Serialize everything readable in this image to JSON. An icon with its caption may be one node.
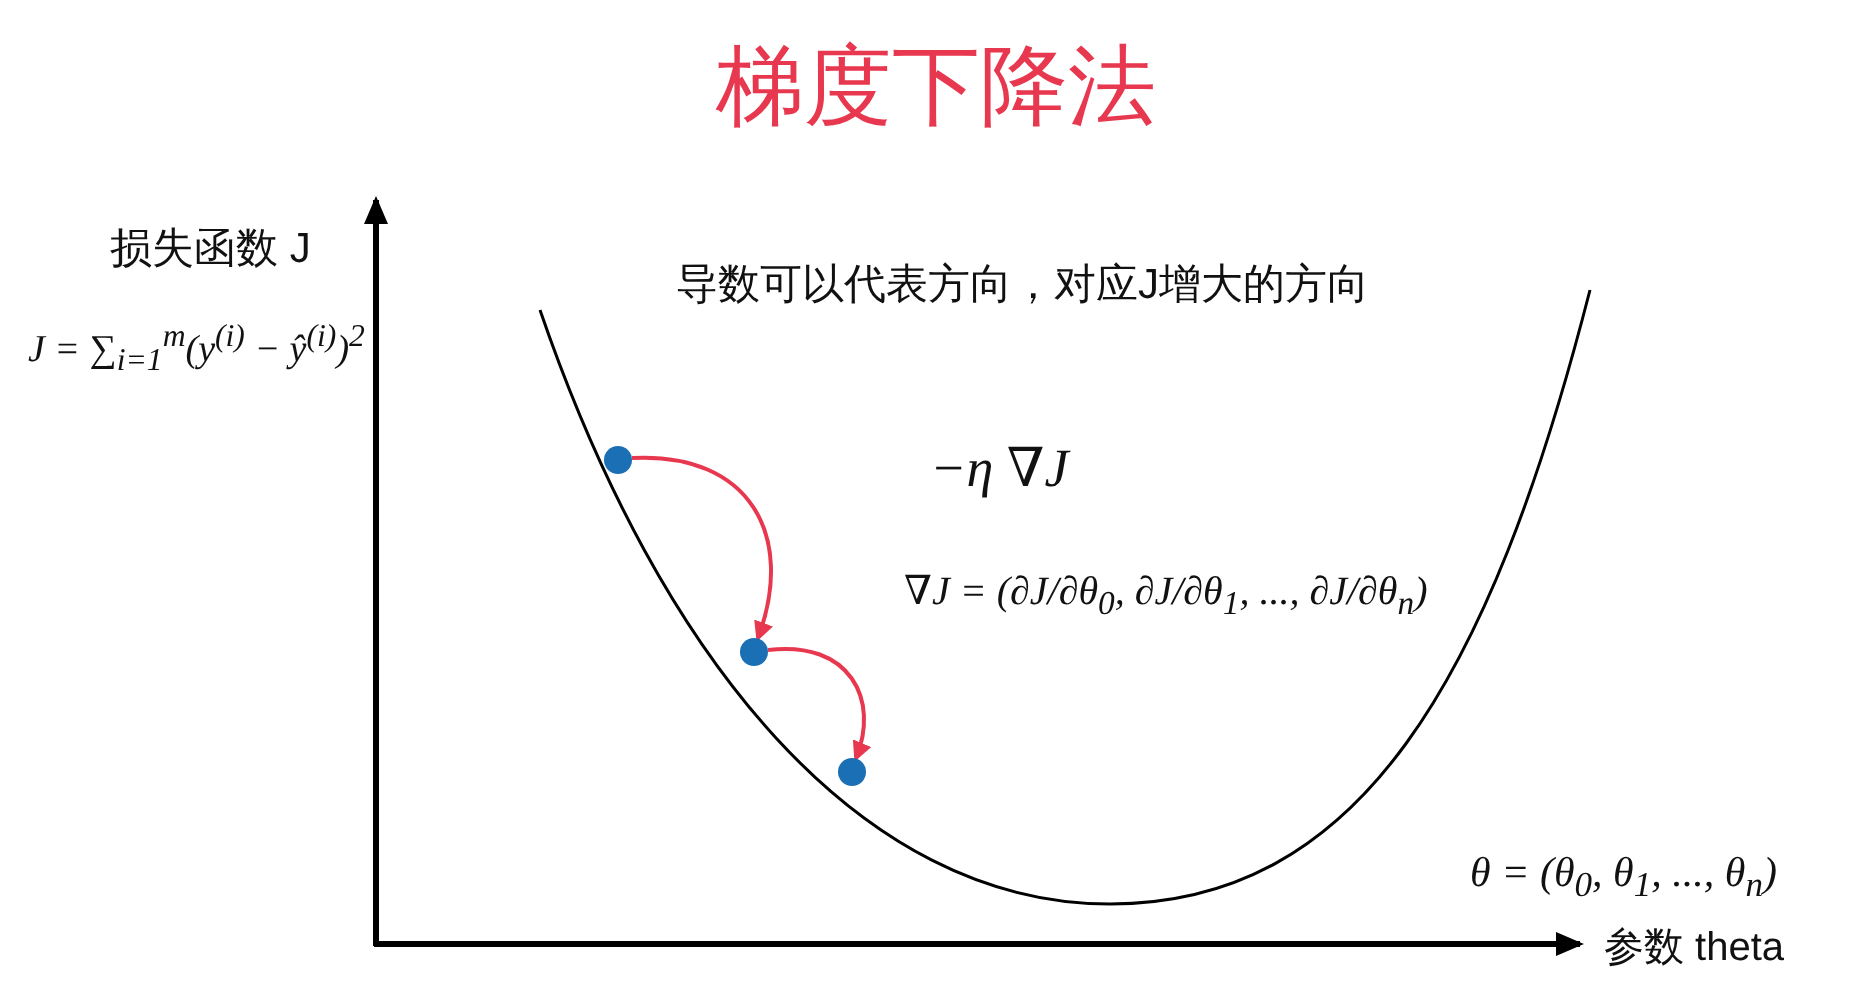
{
  "diagram": {
    "title": "梯度下降法",
    "nodes": [
      {
        "text": [],
        "shape": "circle"
      },
      {
        "text": [],
        "shape": "circle"
      },
      {
        "text": [],
        "shape": "circle"
      }
    ],
    "edges": [
      {
        "from": 0,
        "to": 1,
        "arrow": "to",
        "color": "#e8384f"
      },
      {
        "from": 1,
        "to": 2,
        "arrow": "to",
        "color": "#e8384f"
      }
    ],
    "labels": [
      "损失函数 J",
      "J = ∑$_{i=1}$$^{m}$(y$^{(i)}$ − ŷ$^{(i)}$)$^{2}$",
      "导数可以代表方向，对应J增大的方向",
      "−η ∇J",
      "∇J = (∂J/∂θ$_{0}$, ∂J/∂θ$_{1}$, ..., ∂J/∂θ$_{n}$)",
      "θ = (θ$_{0}$, θ$_{1}$, ..., θ$_{n}$)",
      "参数 theta"
    ]
  }
}
